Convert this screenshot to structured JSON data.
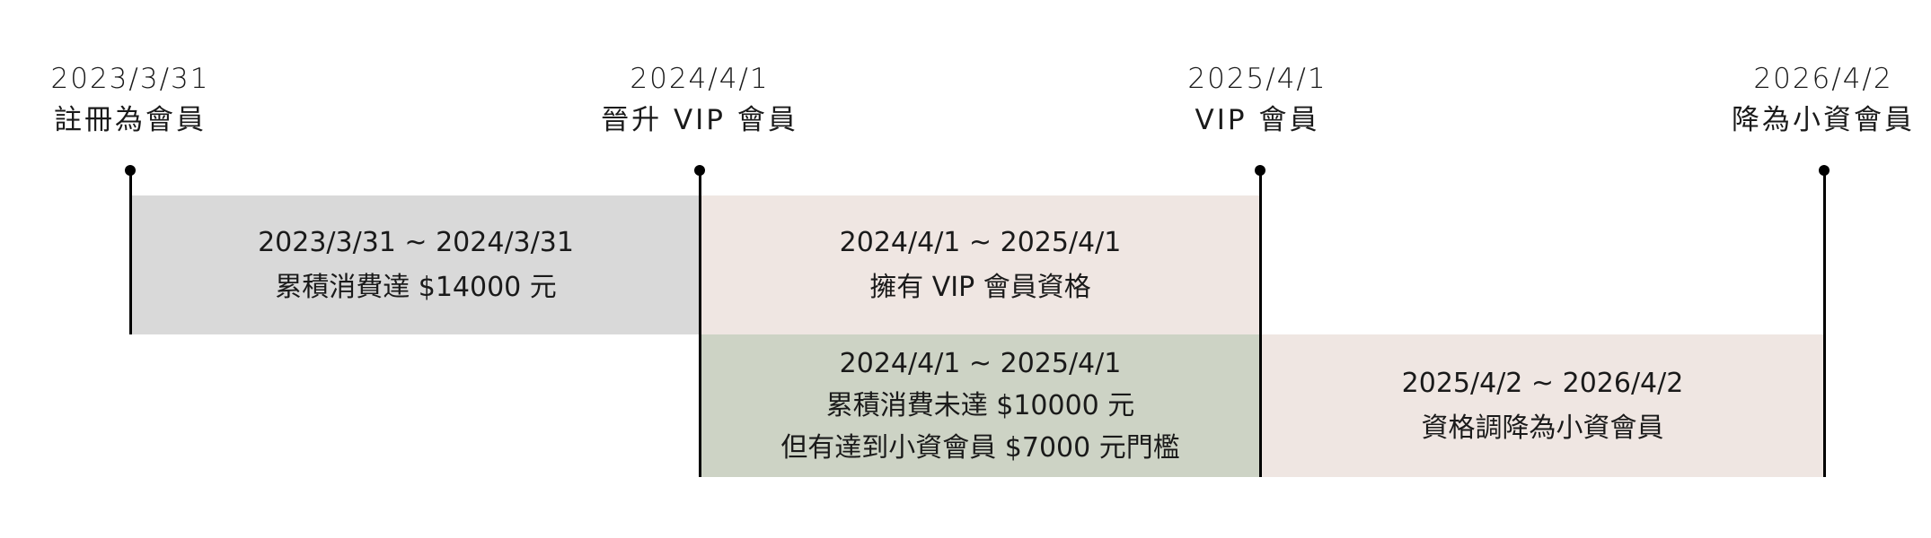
{
  "colors": {
    "background": "#ffffff",
    "line": "#000000",
    "grey_block": "#d9d9d9",
    "pink_block": "#efe6e2",
    "green_block": "#cdd3c5"
  },
  "milestones": [
    {
      "date": "2023/3/31",
      "label": "註冊為會員"
    },
    {
      "date": "2024/4/1",
      "label": "晉升 VIP 會員"
    },
    {
      "date": "2025/4/1",
      "label": "VIP 會員"
    },
    {
      "date": "2026/4/2",
      "label": "降為小資會員"
    }
  ],
  "periods": [
    {
      "range": "2023/3/31 ~ 2024/3/31",
      "lines": [
        "累積消費達 $14000 元"
      ],
      "color": "grey"
    },
    {
      "range": "2024/4/1 ~ 2025/4/1",
      "lines": [
        "擁有 VIP 會員資格"
      ],
      "color": "pink"
    },
    {
      "range": "2024/4/1 ~ 2025/4/1",
      "lines": [
        "累積消費未達 $10000 元",
        "但有達到小資會員 $7000 元門檻"
      ],
      "color": "green"
    },
    {
      "range": "2025/4/2 ~ 2026/4/2",
      "lines": [
        "資格調降為小資會員"
      ],
      "color": "pink"
    }
  ]
}
